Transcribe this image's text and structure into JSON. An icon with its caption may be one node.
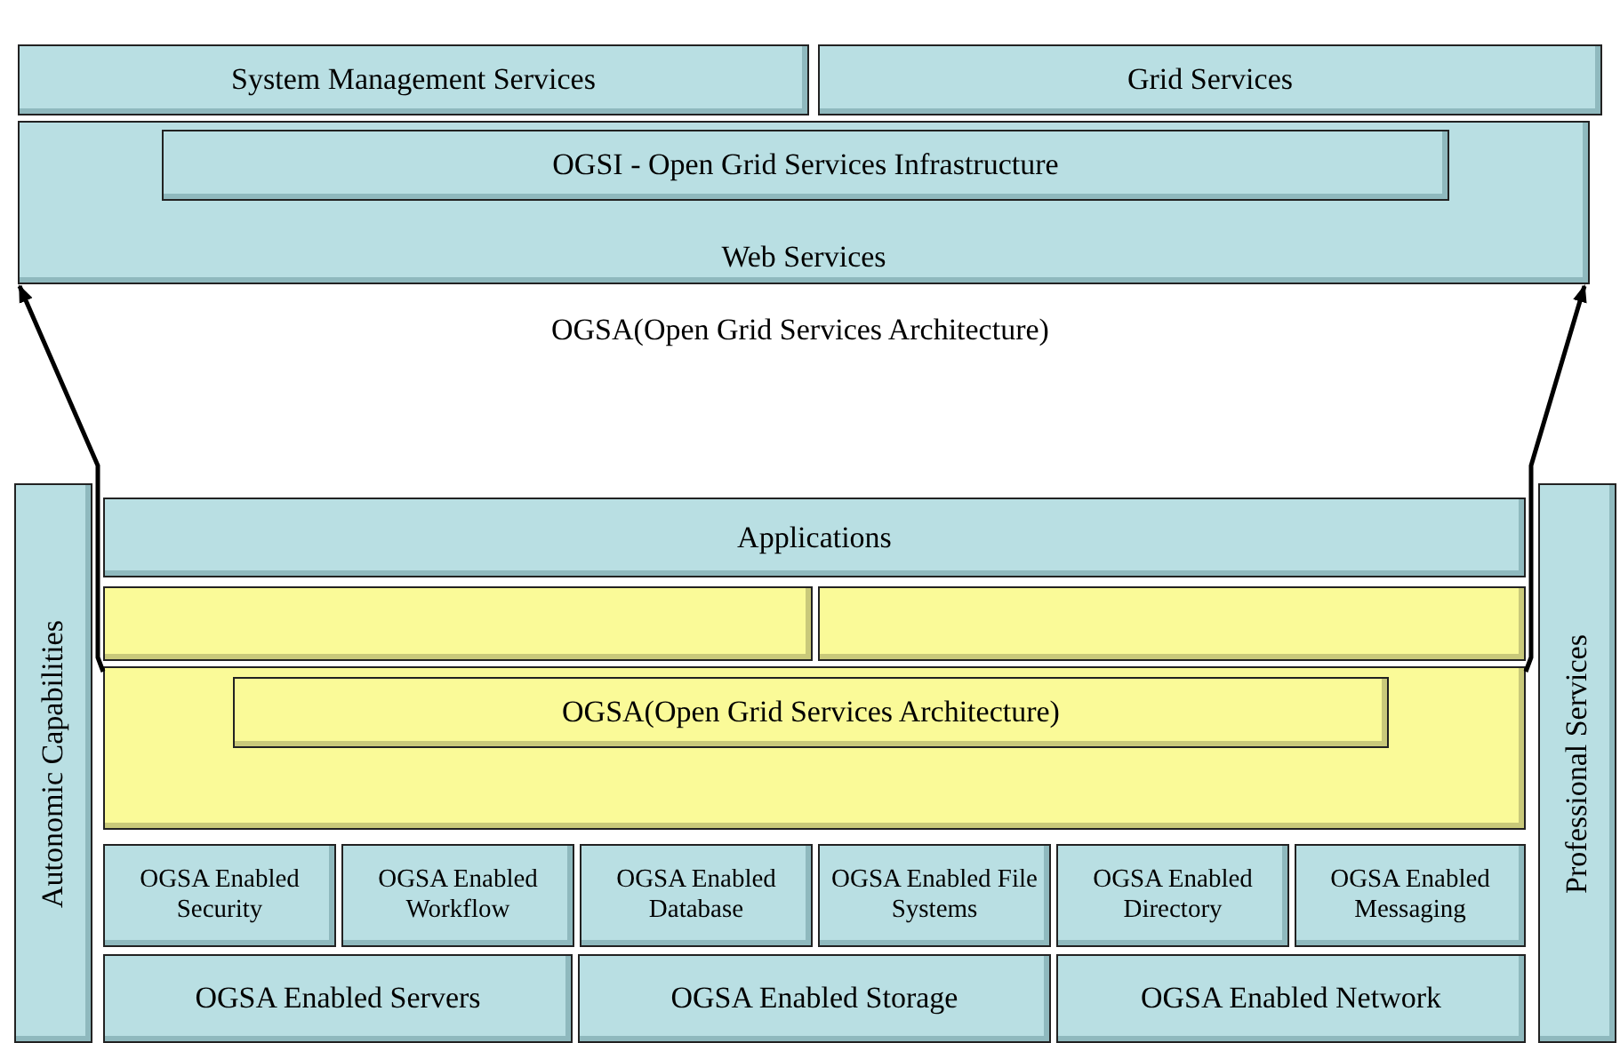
{
  "diagram": {
    "nodes": [
      {
        "text": [
          "System Management Services"
        ]
      },
      {
        "text": [
          "Grid Services"
        ]
      },
      {
        "text": [
          "Web Services"
        ]
      },
      {
        "text": [
          "OGSI - Open Grid Services Infrastructure"
        ],
        "in": 2
      },
      {
        "text": [
          "Autonomic Capabilities"
        ]
      },
      {
        "text": [
          "Applications"
        ]
      },
      {
        "text": [],
        "shape": "box"
      },
      {
        "text": [],
        "shape": "box"
      },
      {
        "text": [],
        "shape": "box"
      },
      {
        "text": [
          "OGSA(Open Grid Services Architecture)"
        ],
        "in": 8
      },
      {
        "text": [
          "OGSA Enabled Security"
        ]
      },
      {
        "text": [
          "OGSA Enabled Workflow"
        ]
      },
      {
        "text": [
          "OGSA Enabled Database"
        ]
      },
      {
        "text": [
          "OGSA Enabled File Systems"
        ]
      },
      {
        "text": [
          "OGSA Enabled Directory"
        ]
      },
      {
        "text": [
          "OGSA Enabled Messaging"
        ]
      },
      {
        "text": [
          "OGSA Enabled Servers"
        ]
      },
      {
        "text": [
          "OGSA Enabled Storage"
        ]
      },
      {
        "text": [
          "OGSA Enabled Network"
        ]
      },
      {
        "text": [
          "Professional Services"
        ]
      }
    ],
    "edges": [
      {
        "from": 8,
        "to": 2,
        "arrow": "to"
      },
      {
        "from": 8,
        "to": 2,
        "arrow": "to"
      }
    ],
    "labels": [
      "OGSA(Open Grid Services Architecture)"
    ]
  }
}
